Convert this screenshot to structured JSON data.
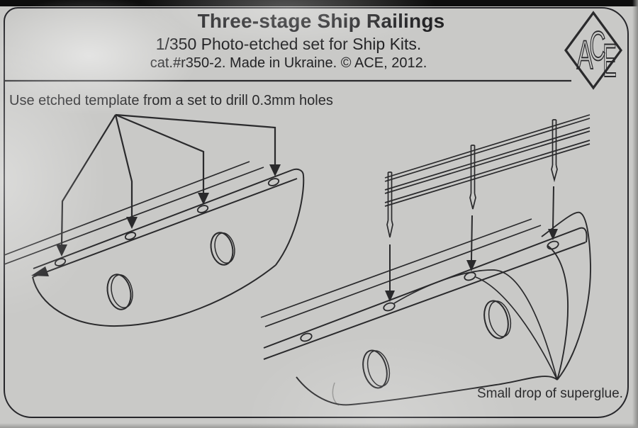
{
  "header": {
    "title": "Three-stage Ship Railings",
    "subtitle": "1/350 Photo-etched set for Ship Kits.",
    "catalog_line": "cat.#r350-2. Made in Ukraine. © ACE, 2012."
  },
  "logo": {
    "letters": [
      "A",
      "C",
      "E"
    ]
  },
  "notes": {
    "drill": "Use etched template from a set to drill 0.3mm holes",
    "glue": "Small drop of superglue."
  },
  "colors": {
    "paper": "#c9c9c7",
    "ink": "#2a2a2c",
    "photo_edge": "#0d0d0d"
  }
}
